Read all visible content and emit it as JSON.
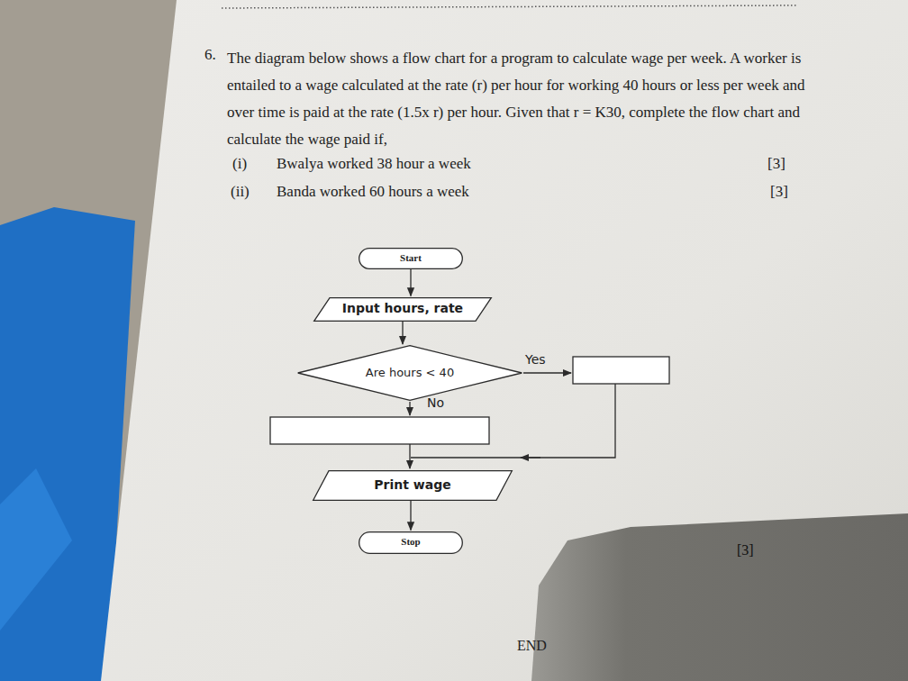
{
  "diagram": {
    "nodes": [
      {
        "text": [
          "Start"
        ]
      },
      {
        "text": [
          "Input hours, rate"
        ]
      },
      {
        "text": [
          "Are hours < 40"
        ]
      },
      {
        "text": [
          "Print wage"
        ]
      },
      {
        "text": [
          "Stop"
        ]
      }
    ],
    "edges": [
      {
        "from": 0,
        "to": 1,
        "arrow": "to"
      },
      {
        "from": 1,
        "to": 2,
        "arrow": "to"
      },
      {
        "from": 3,
        "to": 4,
        "arrow": "to"
      }
    ],
    "labels": [
      "6.",
      "The diagram below shows a flow chart for a program to calculate wage per week. A worker is entailed to a wage calculated at the rate (r) per hour for working 40 hours or less per week and over time is paid at the rate (1.5x r) per hour. Given that r = K30, complete the flow chart and calculate the wage paid if,",
      "(i)",
      "Bwalya worked 38 hour a week",
      "[3]",
      "(ii)",
      "Banda worked 60 hours a week",
      "[3]",
      "Yes",
      "No",
      "[3]",
      "END"
    ]
  }
}
